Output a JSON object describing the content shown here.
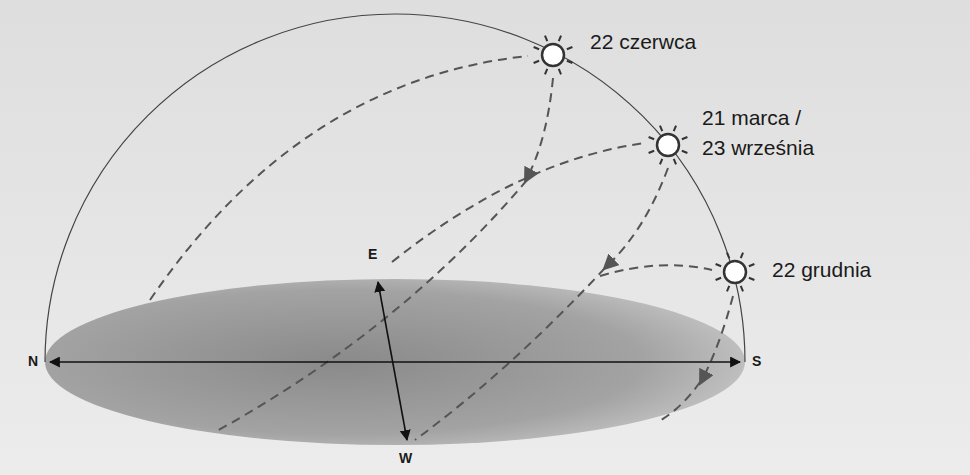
{
  "diagram": {
    "labels": [
      "22 czerwca",
      "21 marca / 23 września",
      "22 grudnia",
      "E",
      "N",
      "S",
      "W"
    ]
  }
}
